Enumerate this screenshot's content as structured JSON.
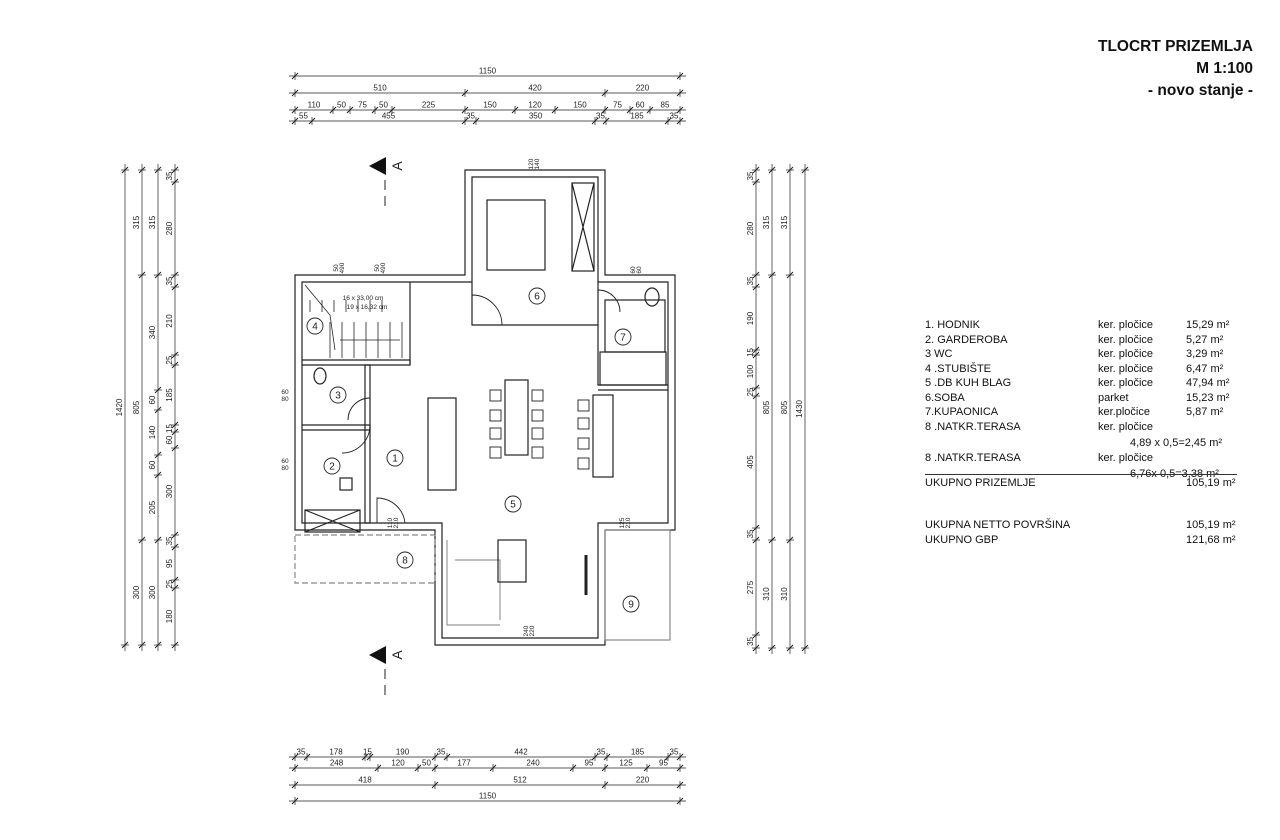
{
  "title": {
    "line1": "TLOCRT PRIZEMLJA",
    "line2": "M 1:100",
    "line3": "- novo stanje -"
  },
  "rooms": [
    {
      "no": "1. HODNIK",
      "finish": "ker. pločice",
      "area": "15,29 m²"
    },
    {
      "no": "2. GARDEROBA",
      "finish": "ker. pločice",
      "area": "5,27 m²"
    },
    {
      "no": "3  WC",
      "finish": "ker. pločice",
      "area": "3,29 m²"
    },
    {
      "no": "4 .STUBIŠTE",
      "finish": "ker. pločice",
      "area": "6,47 m²"
    },
    {
      "no": "5 .DB KUH BLAG",
      "finish": "ker. pločice",
      "area": "47,94 m²"
    },
    {
      "no": "6.SOBA",
      "finish": "parket",
      "area": "15,23 m²"
    },
    {
      "no": "7.KUPAONICA",
      "finish": "ker.pločice",
      "area": "5,87 m²"
    },
    {
      "no": "8 .NATKR.TERASA",
      "finish": "ker. pločice",
      "area": ""
    },
    {
      "no": "",
      "finish": "4,89 x 0,5=2,45 m²",
      "area": ""
    },
    {
      "no": "8 .NATKR.TERASA",
      "finish": "ker. pločice",
      "area": ""
    },
    {
      "no": "",
      "finish": "6,76x 0,5=3,38 m²",
      "area": ""
    }
  ],
  "totals": {
    "ground_label": "UKUPNO PRIZEMLJE",
    "ground_value": "105,19 m²",
    "net_label": "UKUPNA NETTO POVRŠINA",
    "net_value": "105,19  m²",
    "gbp_label": "UKUPNO GBP",
    "gbp_value": "121,68  m²"
  },
  "dims": {
    "top_overall": "1150",
    "top_row2": [
      "510",
      "420",
      "220"
    ],
    "top_row3": [
      "110",
      "50",
      "75",
      "50",
      "225",
      "150",
      "120",
      "150",
      "75",
      "60",
      "85"
    ],
    "top_row4": [
      "55",
      "455",
      "35",
      "350",
      "35",
      "185",
      "35"
    ],
    "bottom_row1": [
      "35",
      "178",
      "15",
      "190",
      "35",
      "442",
      "35",
      "185",
      "35"
    ],
    "bottom_row2": [
      "248",
      "120",
      "50",
      "177",
      "240",
      "95",
      "125",
      "95"
    ],
    "bottom_row3": [
      "418",
      "512",
      "220"
    ],
    "bottom_overall": "1150",
    "left_overall": "1420",
    "left_col2": [
      "315",
      "805",
      "300"
    ],
    "left_col3": [
      "315",
      "340",
      "60",
      "140",
      "60",
      "205",
      "300"
    ],
    "left_col4": [
      "35",
      "280",
      "35",
      "210",
      "25",
      "185",
      "15",
      "60",
      "300",
      "35",
      "95",
      "25",
      "180"
    ],
    "right_overall": "1430",
    "right_col2": [
      "315",
      "805",
      "310"
    ],
    "right_col3": [
      "315",
      "805",
      "310"
    ],
    "right_col4": [
      "35",
      "280",
      "35",
      "190",
      "15",
      "100",
      "25",
      "405",
      "35",
      "275",
      "35"
    ]
  },
  "room_numbers": [
    "1",
    "2",
    "3",
    "4",
    "5",
    "6",
    "7",
    "8",
    "9"
  ],
  "section_mark": "A",
  "openings": {
    "bed_window": [
      "120",
      "140"
    ],
    "stair_w1": [
      "50",
      "490"
    ],
    "stair_w2": [
      "50",
      "490"
    ],
    "bath_window": [
      "60",
      "60"
    ],
    "wc_window": [
      "60",
      "80"
    ],
    "gard_window": [
      "60",
      "80"
    ],
    "entry_door": [
      "110",
      "210"
    ],
    "terrace_door": [
      "125",
      "210"
    ],
    "living_window": [
      "240",
      "220"
    ]
  },
  "stairs": {
    "line1": "16 x 33,00 cm",
    "line2": "19 x 16,32 cm"
  }
}
